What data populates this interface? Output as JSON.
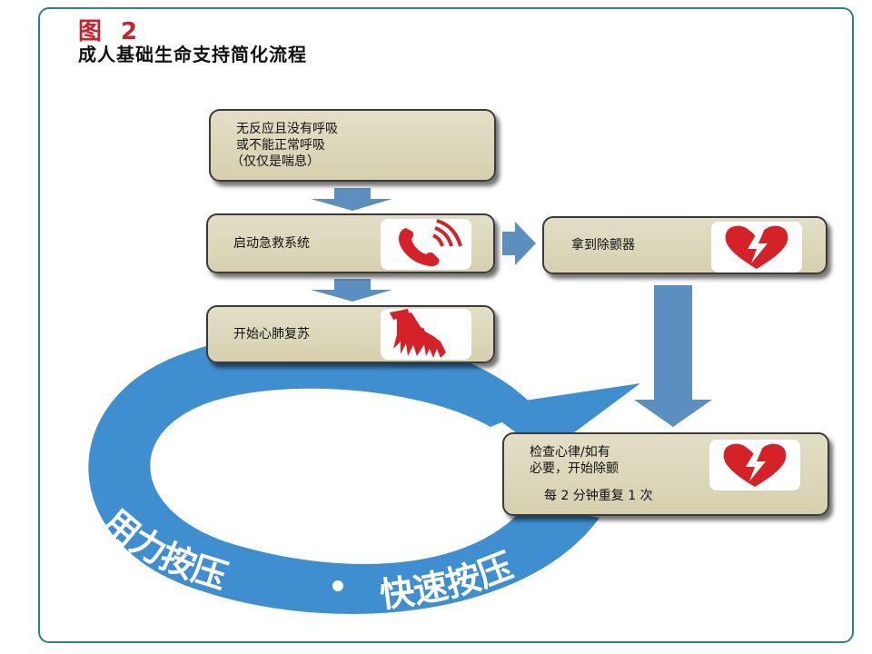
{
  "figure": {
    "label": "图 2",
    "title": "成人基础生命支持简化流程"
  },
  "nodes": {
    "unresponsive": {
      "line1": "无反应且没有呼吸",
      "line2": "或不能正常呼吸",
      "line3": "（仅仅是喘息）"
    },
    "activate_ems": {
      "text": "启动急救系统",
      "icon": "phone-icon"
    },
    "get_aed": {
      "text": "拿到除颤器",
      "icon": "aed-heart-icon"
    },
    "start_cpr": {
      "text": "开始心肺复苏",
      "icon": "hands-compression-icon"
    },
    "check_rhythm": {
      "line1": "检查心律/如有",
      "line2": "必要，开始除颤",
      "line3": "每 2 分钟重复 1 次",
      "icon": "aed-heart-icon"
    }
  },
  "cycle_arrow": {
    "left_text": "用力按压",
    "separator": "•",
    "right_text": "快速按压"
  },
  "colors": {
    "node_fill": "#d9d3b3",
    "arrow_blue": "#3f8fd0",
    "flow_arrow": "#5b8fc0",
    "accent_red": "#d42228",
    "frame": "#2f7f86"
  }
}
